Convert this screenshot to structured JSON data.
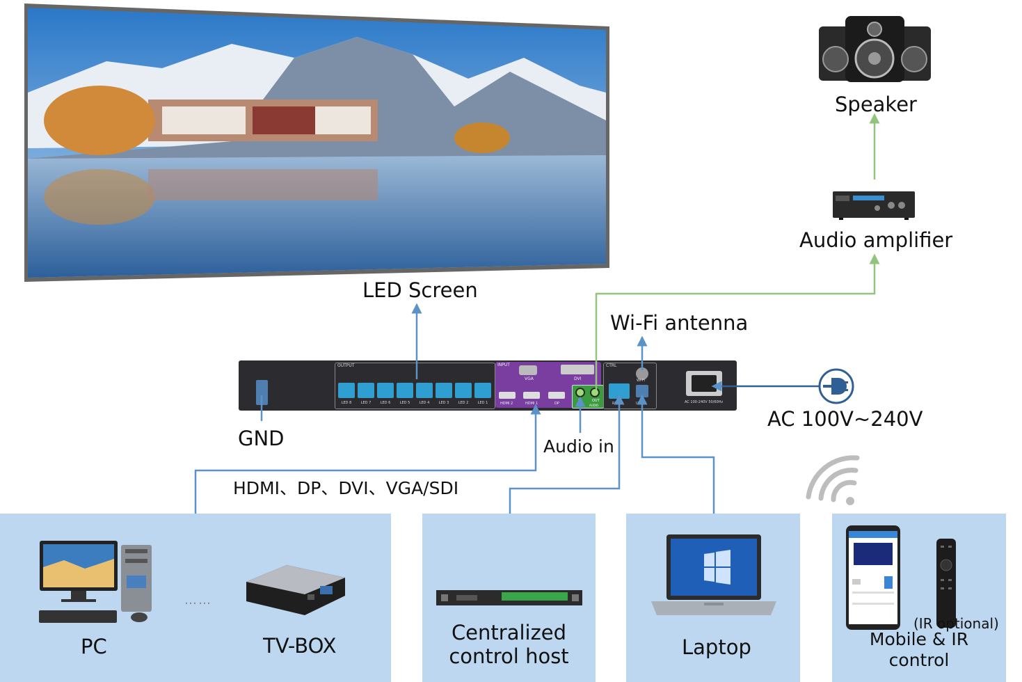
{
  "labels": {
    "led_screen": "LED Screen",
    "speaker": "Speaker",
    "audio_amplifier": "Audio amplifier",
    "wifi_antenna": "Wi-Fi antenna",
    "ac_power": "AC 100V~240V",
    "gnd": "GND",
    "audio_in": "Audio in",
    "inputs": "HDMI、DP、DVI、VGA/SDI",
    "pc": "PC",
    "tv_box": "TV-BOX",
    "ellipsis": "……",
    "central_line1": "Centralized",
    "central_line2": "control host",
    "laptop": "Laptop",
    "ir_optional": "(IR optional)",
    "mobile_line1": "Mobile & IR",
    "mobile_line2": "control"
  },
  "device": {
    "output_header": "OUTPUT",
    "led_ports": [
      "LED 8",
      "LED 7",
      "LED 6",
      "LED 5",
      "LED 4",
      "LED 3",
      "LED 2",
      "LED 1"
    ],
    "input_header": "INPUT",
    "vga": "VGA",
    "dvi": "DVI",
    "hdmi2": "HDMI 2",
    "hdmi1": "HDMI 1",
    "dp": "DP",
    "audio_in_port": "IN",
    "audio_out_port": "OUT",
    "audio_block": "AUDIO",
    "ctrl_header": "CTRL",
    "wifi_port": "Wi-Fi",
    "rs232": "RS232",
    "usb_b": "USB-B",
    "power_rating": "AC 100-240V 50/60Hz"
  },
  "colors": {
    "panel_bg": "#bcd7ef",
    "blue_wire": "#5b92c8",
    "green_wire": "#93c47d",
    "port_teal": "#2f9fd1",
    "input_purple": "#7a3ea0",
    "device_body": "#2b2b30"
  },
  "icons": [
    "speaker-icon",
    "audio-amplifier-icon",
    "power-plug-icon",
    "wifi-signal-icon",
    "pc-icon",
    "tv-box-icon",
    "control-host-icon",
    "laptop-icon",
    "phone-icon",
    "ir-remote-icon"
  ]
}
